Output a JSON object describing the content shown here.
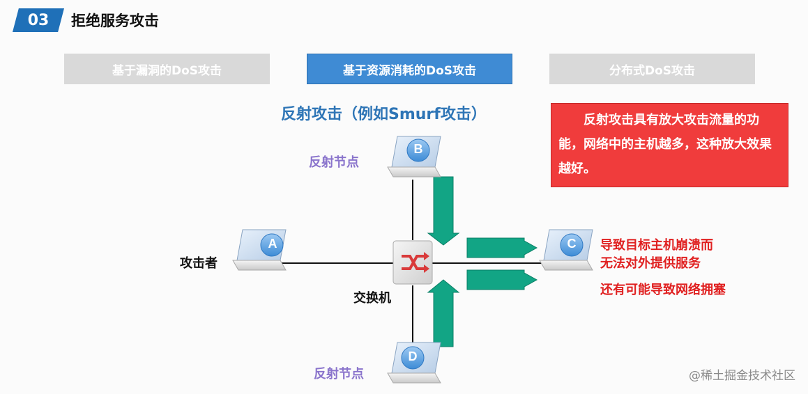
{
  "header": {
    "number": "03",
    "title": "拒绝服务攻击"
  },
  "tabs": [
    {
      "label": "基于漏洞的DoS攻击",
      "active": false
    },
    {
      "label": "基于资源消耗的DoS攻击",
      "active": true
    },
    {
      "label": "分布式DoS攻击",
      "active": false
    }
  ],
  "diagram": {
    "title": "反射攻击（例如Smurf攻击）",
    "note": "反射攻击具有放大攻击流量的功能，网络中的主机越多，这种放大效果越好。",
    "nodes": {
      "a": {
        "letter": "A",
        "label": "攻击者"
      },
      "b": {
        "letter": "B",
        "label": "反射节点"
      },
      "c": {
        "letter": "C"
      },
      "d": {
        "letter": "D",
        "label": "反射节点"
      },
      "switch": {
        "label": "交换机"
      }
    },
    "effects": {
      "line1": "导致目标主机崩溃而",
      "line2": "无法对外提供服务",
      "line3": "还有可能导致网络拥塞"
    },
    "colors": {
      "arrow": "#12a585",
      "accent": "#1f70b8",
      "alert": "#f03c3c"
    }
  },
  "watermark": "@稀土掘金技术社区"
}
